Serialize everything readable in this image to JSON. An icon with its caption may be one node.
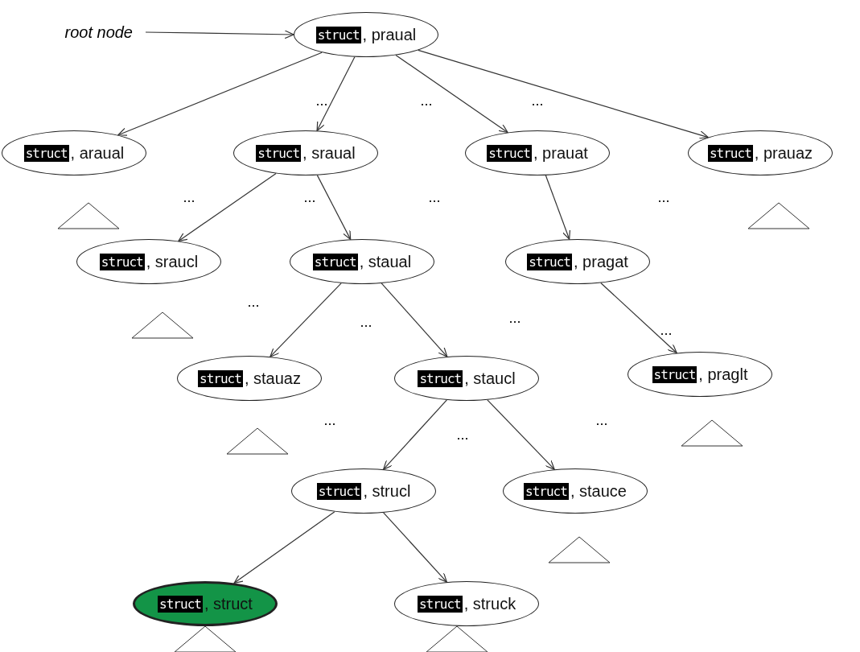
{
  "diagram": {
    "nodes": [
      {
        "text": [
          "root node"
        ]
      },
      {
        "text": [
          "struct",
          ", praual"
        ]
      },
      {
        "text": [
          "struct",
          ", araual"
        ]
      },
      {
        "text": [
          "struct",
          ", sraual"
        ]
      },
      {
        "text": [
          "struct",
          ", prauat"
        ]
      },
      {
        "text": [
          "struct",
          ", prauaz"
        ]
      },
      {
        "text": [
          "struct",
          ", sraucl"
        ]
      },
      {
        "text": [
          "struct",
          ", staual"
        ]
      },
      {
        "text": [
          "struct",
          ", pragat"
        ]
      },
      {
        "text": [
          "struct",
          ", stauaz"
        ]
      },
      {
        "text": [
          "struct",
          ", staucl"
        ]
      },
      {
        "text": [
          "struct",
          ", praglt"
        ]
      },
      {
        "text": [
          "struct",
          ", strucl"
        ]
      },
      {
        "text": [
          "struct",
          ", stauce"
        ]
      },
      {
        "text": [
          "struct",
          ", struct"
        ]
      },
      {
        "text": [
          "struct",
          ", struck"
        ]
      },
      {
        "text": [],
        "shape": "triangle"
      },
      {
        "text": [],
        "shape": "triangle"
      },
      {
        "text": [],
        "shape": "triangle"
      },
      {
        "text": [],
        "shape": "triangle"
      },
      {
        "text": [],
        "shape": "triangle"
      },
      {
        "text": [],
        "shape": "triangle"
      },
      {
        "text": [],
        "shape": "triangle"
      },
      {
        "text": [],
        "shape": "triangle"
      }
    ],
    "edges": [
      {
        "from": 0,
        "to": 1,
        "arrow": "to"
      },
      {
        "from": 1,
        "to": 2,
        "arrow": "to"
      },
      {
        "from": 1,
        "to": 3,
        "arrow": "to"
      },
      {
        "from": 1,
        "to": 4,
        "arrow": "to"
      },
      {
        "from": 1,
        "to": 5,
        "arrow": "to"
      },
      {
        "from": 3,
        "to": 6,
        "arrow": "to"
      },
      {
        "from": 3,
        "to": 7,
        "arrow": "to"
      },
      {
        "from": 4,
        "to": 8,
        "arrow": "to"
      },
      {
        "from": 7,
        "to": 9,
        "arrow": "to"
      },
      {
        "from": 7,
        "to": 10,
        "arrow": "to"
      },
      {
        "from": 8,
        "to": 11,
        "arrow": "to"
      },
      {
        "from": 10,
        "to": 12,
        "arrow": "to"
      },
      {
        "from": 10,
        "to": 13,
        "arrow": "to"
      },
      {
        "from": 12,
        "to": 14,
        "arrow": "to"
      },
      {
        "from": 12,
        "to": 15,
        "arrow": "to"
      }
    ],
    "labels": [
      "...",
      "...",
      "...",
      "...",
      "...",
      "...",
      "...",
      "...",
      "...",
      "...",
      "...",
      "...",
      "...",
      "..."
    ]
  }
}
